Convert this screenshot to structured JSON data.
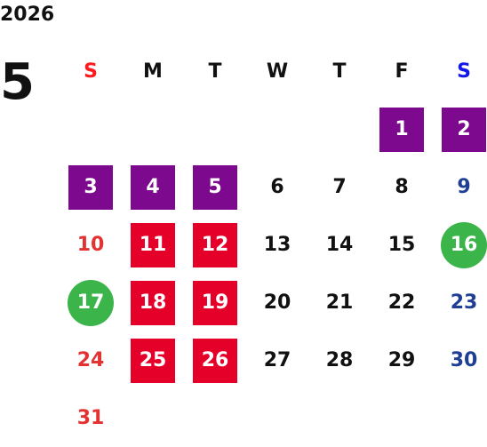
{
  "calendar": {
    "year": "2026",
    "month": "5",
    "weekdays": [
      "S",
      "M",
      "T",
      "W",
      "T",
      "F",
      "S"
    ],
    "weeks": [
      [
        {
          "day": "",
          "style": "none"
        },
        {
          "day": "",
          "style": "none"
        },
        {
          "day": "",
          "style": "none"
        },
        {
          "day": "",
          "style": "none"
        },
        {
          "day": "",
          "style": "none"
        },
        {
          "day": "1",
          "style": "purple"
        },
        {
          "day": "2",
          "style": "purple"
        }
      ],
      [
        {
          "day": "3",
          "style": "purple"
        },
        {
          "day": "4",
          "style": "purple"
        },
        {
          "day": "5",
          "style": "purple"
        },
        {
          "day": "6",
          "style": "none"
        },
        {
          "day": "7",
          "style": "none"
        },
        {
          "day": "8",
          "style": "none"
        },
        {
          "day": "9",
          "style": "none"
        }
      ],
      [
        {
          "day": "10",
          "style": "none"
        },
        {
          "day": "11",
          "style": "red"
        },
        {
          "day": "12",
          "style": "red"
        },
        {
          "day": "13",
          "style": "none"
        },
        {
          "day": "14",
          "style": "none"
        },
        {
          "day": "15",
          "style": "none"
        },
        {
          "day": "16",
          "style": "green"
        }
      ],
      [
        {
          "day": "17",
          "style": "green"
        },
        {
          "day": "18",
          "style": "red"
        },
        {
          "day": "19",
          "style": "red"
        },
        {
          "day": "20",
          "style": "none"
        },
        {
          "day": "21",
          "style": "none"
        },
        {
          "day": "22",
          "style": "none"
        },
        {
          "day": "23",
          "style": "none"
        }
      ],
      [
        {
          "day": "24",
          "style": "none"
        },
        {
          "day": "25",
          "style": "red"
        },
        {
          "day": "26",
          "style": "red"
        },
        {
          "day": "27",
          "style": "none"
        },
        {
          "day": "28",
          "style": "none"
        },
        {
          "day": "29",
          "style": "none"
        },
        {
          "day": "30",
          "style": "none"
        }
      ],
      [
        {
          "day": "31",
          "style": "none"
        },
        {
          "day": "",
          "style": "none"
        },
        {
          "day": "",
          "style": "none"
        },
        {
          "day": "",
          "style": "none"
        },
        {
          "day": "",
          "style": "none"
        },
        {
          "day": "",
          "style": "none"
        },
        {
          "day": "",
          "style": "none"
        }
      ]
    ]
  },
  "colors": {
    "purple": "#7d0a8e",
    "red": "#e5002a",
    "green": "#3bb44a",
    "sunday_text": "#e23232",
    "saturday_text": "#1e3f93",
    "sunday_header": "#ff1b1b",
    "saturday_header": "#1418e6"
  }
}
